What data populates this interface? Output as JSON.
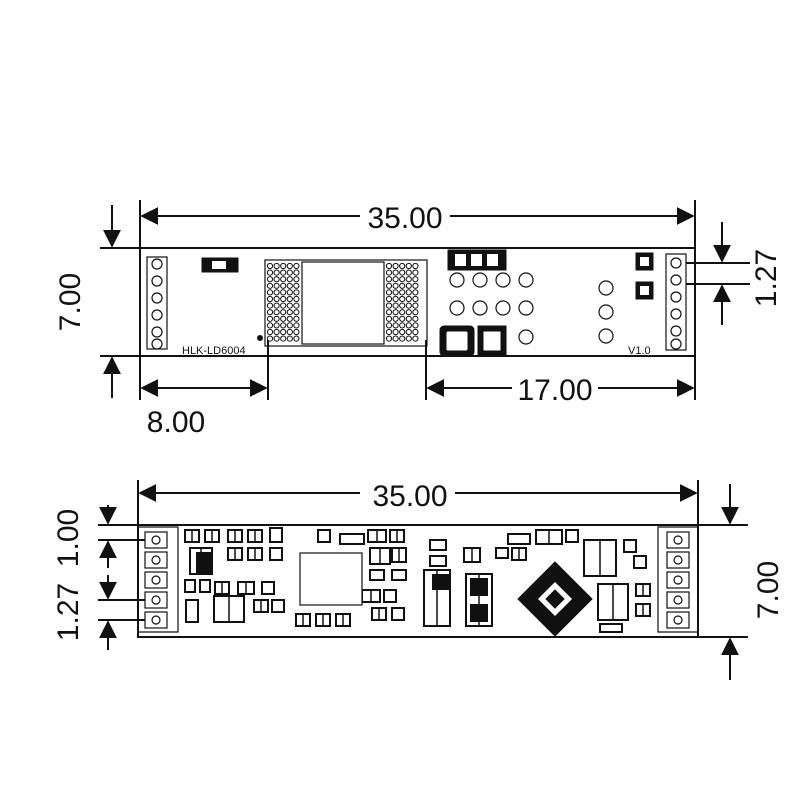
{
  "top_view": {
    "width_label": "35.00",
    "height_label": "7.00",
    "pitch_label": "1.27",
    "left_offset_label": "8.00",
    "right_offset_label": "17.00",
    "model_label": "HLK-LD6004",
    "version_label": "V1.0"
  },
  "bottom_view": {
    "width_label": "35.00",
    "height_label": "7.00",
    "edge_label": "1.00",
    "pitch_label": "1.27"
  }
}
